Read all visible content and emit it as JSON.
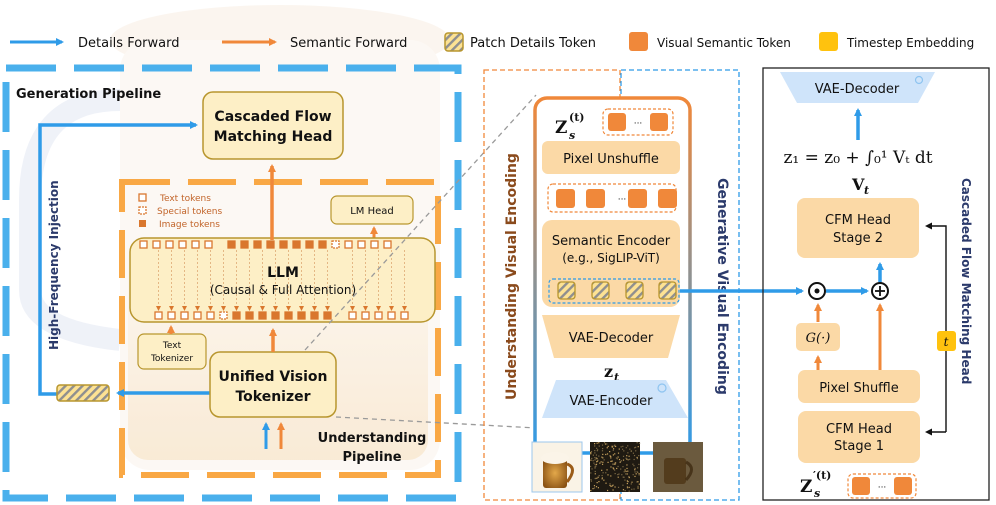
{
  "legend": {
    "details_forward": "Details Forward",
    "semantic_forward": "Semantic Forward",
    "patch_details_token": "Patch Details Token",
    "visual_semantic_token": "Visual Semantic Token",
    "timestep_embedding": "Timestep Embedding"
  },
  "left": {
    "generation_pipeline": "Generation Pipeline",
    "cfm_head_line1": "Cascaded Flow",
    "cfm_head_line2": "Matching Head",
    "high_freq": "High-Frequency Injection",
    "token_legend": [
      "Text tokens",
      "Special tokens",
      "Image tokens"
    ],
    "lm_head": "LM Head",
    "llm_title": "LLM",
    "llm_subtitle": "(Causal & Full Attention)",
    "text_tokenizer_line1": "Text",
    "text_tokenizer_line2": "Tokenizer",
    "uvt_line1": "Unified Vision",
    "uvt_line2": "Tokenizer",
    "understanding_line1": "Understanding",
    "understanding_line2": "Pipeline",
    "top_tokens": [
      "t",
      "t",
      "t",
      "t",
      "t",
      "t",
      "i",
      "i",
      "i",
      "i",
      "i",
      "i",
      "i",
      "i",
      "s",
      "t",
      "t",
      "t",
      "t"
    ],
    "bottom_tokens": [
      "t",
      "t",
      "t",
      "t",
      "t",
      "s",
      "i",
      "i",
      "i",
      "i",
      "i",
      "i",
      "i",
      "i",
      "t",
      "t",
      "t",
      "t",
      "t"
    ]
  },
  "middle": {
    "understanding_label": "Understanding Visual Encoding",
    "generative_label": "Generative Visual Encoding",
    "zs_symbol": "Z",
    "zs_sub": "s",
    "zs_sup": "(t)",
    "pixel_unshuffle": "Pixel Unshuffle",
    "ellipsis": "···",
    "semantic_encoder_line1": "Semantic Encoder",
    "semantic_encoder_line2": "(e.g., SigLIP-ViT)",
    "vae_decoder": "VAE-Decoder",
    "zt_symbol": "z",
    "zt_sub": "t",
    "vae_encoder": "VAE-Encoder"
  },
  "right": {
    "vae_decoder": "VAE-Decoder",
    "equation": "z₁ = z₀ + ∫₀¹ Vₜ dt",
    "vt_symbol": "V",
    "vt_sub": "t",
    "stage2_line1": "CFM Head",
    "stage2_line2": "Stage 2",
    "g_func": "G(·)",
    "pixel_shuffle": "Pixel Shuffle",
    "stage1_line1": "CFM Head",
    "stage1_line2": "Stage 1",
    "t_label": "t",
    "side_label": "Cascaded Flow Matching Head",
    "zs_prime_symbol": "Z",
    "zs_prime_sub": "s",
    "zs_prime_sup": "′(t)",
    "ellipsis": "···"
  },
  "colors": {
    "blue": "#2f9be8",
    "orange": "#f0883a",
    "box_fill": "#fdefc6",
    "box_stroke": "#b8962e",
    "peach": "#fbd9a6",
    "yellow": "#ffc20e",
    "navy": "#2b3a6b",
    "brown": "#8a4a1c"
  }
}
